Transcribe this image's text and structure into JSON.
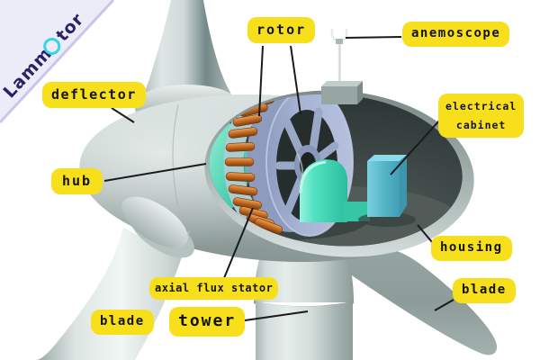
{
  "logo": {
    "prefix": "Lamm",
    "suffix": "tor",
    "ring_letter": "o"
  },
  "labels": {
    "rotor": "rotor",
    "anemoscope": "anemoscope",
    "deflector": "deflector",
    "hub": "hub",
    "electrical_cabinet_line1": "electrical",
    "electrical_cabinet_line2": "cabinet",
    "housing": "housing",
    "axial_flux_stator": "axial flux stator",
    "blade_lower_left": "blade",
    "tower": "tower",
    "blade_lower_right": "blade"
  },
  "colors": {
    "label_background": "#f7df1b",
    "label_text": "#141414",
    "leader_line": "#1a1a1a",
    "logo_band": "#ecebf8",
    "logo_text": "#2b2167",
    "logo_ring": "#35d4e6",
    "nacelle_shell_gray": "#b7c3c0",
    "nacelle_interior_dark": "#3c4645",
    "hub_teal": "#4fd8b6",
    "rotor_disc_lavender": "#a8b4d4",
    "coil_copper": "#c9712c",
    "electrical_cabinet_blue": "#5cb9cc",
    "tower_gray": "#cfdad7"
  }
}
